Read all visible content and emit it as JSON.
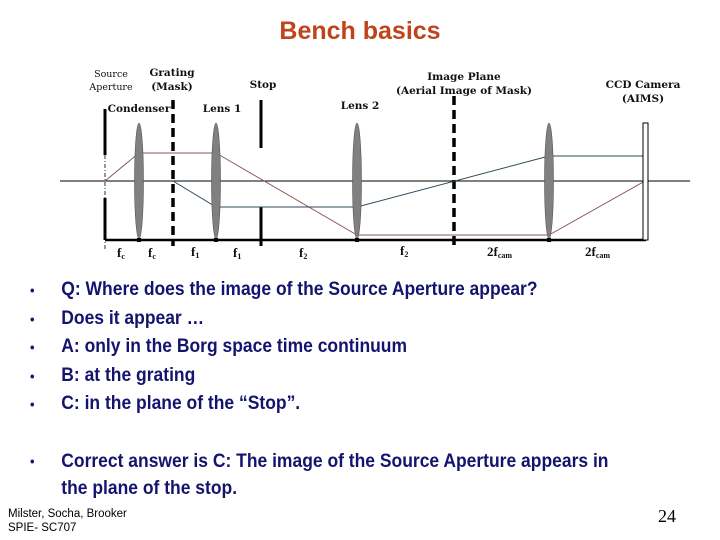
{
  "slide": {
    "title": "Bench basics",
    "title_color": "#c0441b",
    "text_color": "#14146e",
    "page_number": "24"
  },
  "diagram": {
    "labels": {
      "source_aperture_1": "Source",
      "source_aperture_2": "Aperture",
      "grating_1": "Grating",
      "grating_2": "(Mask)",
      "condenser": "Condenser",
      "lens1": "Lens 1",
      "stop": "Stop",
      "lens2": "Lens 2",
      "image_plane_1": "Image Plane",
      "image_plane_2": "(Aerial Image of Mask)",
      "ccd_1": "CCD Camera",
      "ccd_2": "(AIMS)"
    },
    "distances": [
      {
        "main": "f",
        "sub": "c"
      },
      {
        "main": "f",
        "sub": "c"
      },
      {
        "main": "f",
        "sub": "1"
      },
      {
        "main": "f",
        "sub": "1"
      },
      {
        "main": "f",
        "sub": "2"
      },
      {
        "main": "f",
        "sub": "2"
      },
      {
        "main": "2f",
        "sub": "cam"
      },
      {
        "main": "2f",
        "sub": "cam"
      }
    ],
    "colors": {
      "lens_fill": "#808080",
      "chief_ray": "#8b5a5a",
      "marginal_ray": "#2f4a5a",
      "axis": "#000000"
    }
  },
  "bullets": [
    "Q: Where does the image of the Source Aperture appear?",
    "Does it appear …",
    "A: only in the Borg space time continuum",
    "B: at the grating",
    "C: in the plane of the “Stop”."
  ],
  "answer": "Correct answer is C: The image of the Source Aperture appears in the plane of the stop.",
  "bullet_glyph": "•",
  "footer": {
    "line1": "Milster, Socha, Brooker",
    "line2": "SPIE- SC707"
  }
}
